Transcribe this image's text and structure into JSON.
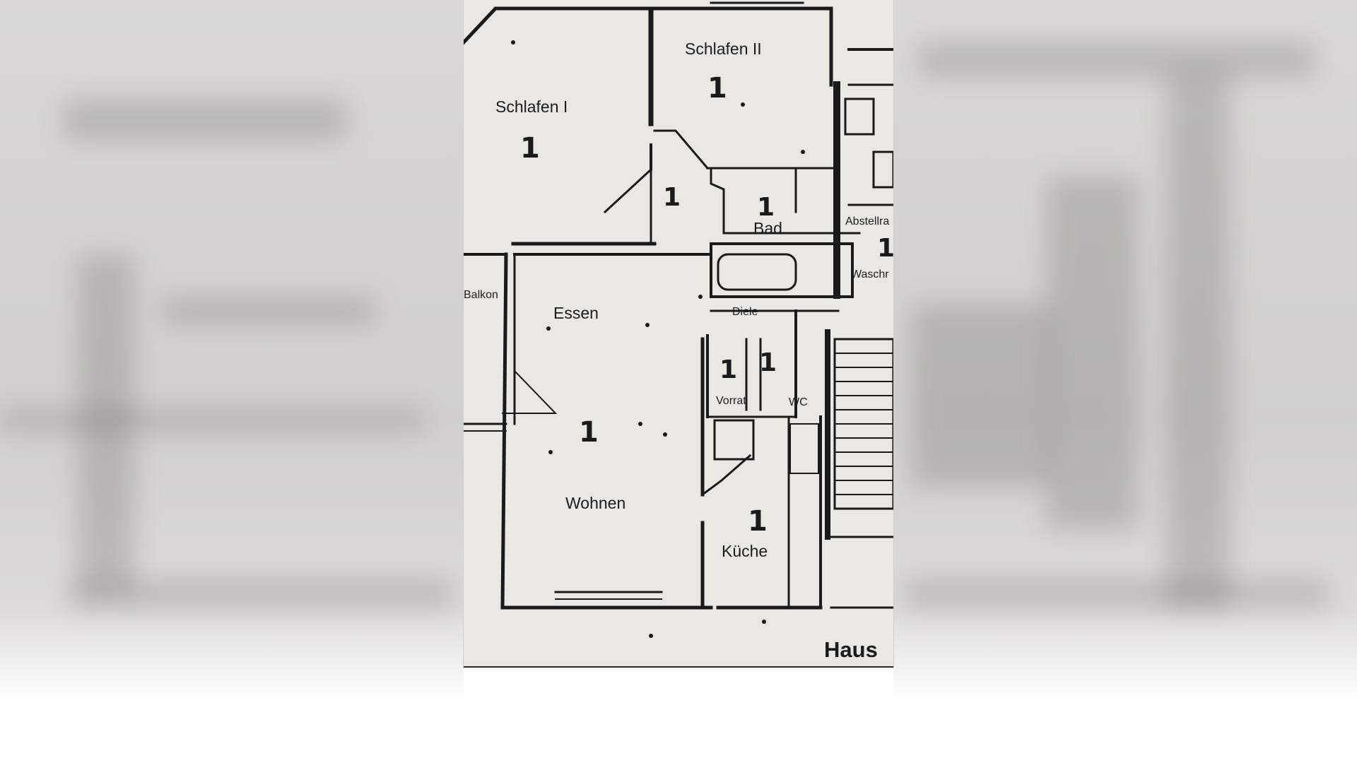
{
  "rooms": {
    "schlafen_1": "Schlafen I",
    "schlafen_2": "Schlafen II",
    "bad": "Bad",
    "abstellraum": "Abstellra",
    "waschraum": "Waschr",
    "balkon": "Balkon",
    "essen": "Essen",
    "diele": "Diele",
    "vorrat": "Vorrat",
    "wc": "WC",
    "wohnen": "Wohnen",
    "kueche": "Küche"
  },
  "room_numbers": {
    "schlafen_1": "1",
    "schlafen_2": "1",
    "flur": "1",
    "bad": "1",
    "abstellraum": "1",
    "vorrat": "1",
    "wc": "1",
    "wohnen": "1",
    "kueche": "1"
  },
  "building_label": "Haus"
}
